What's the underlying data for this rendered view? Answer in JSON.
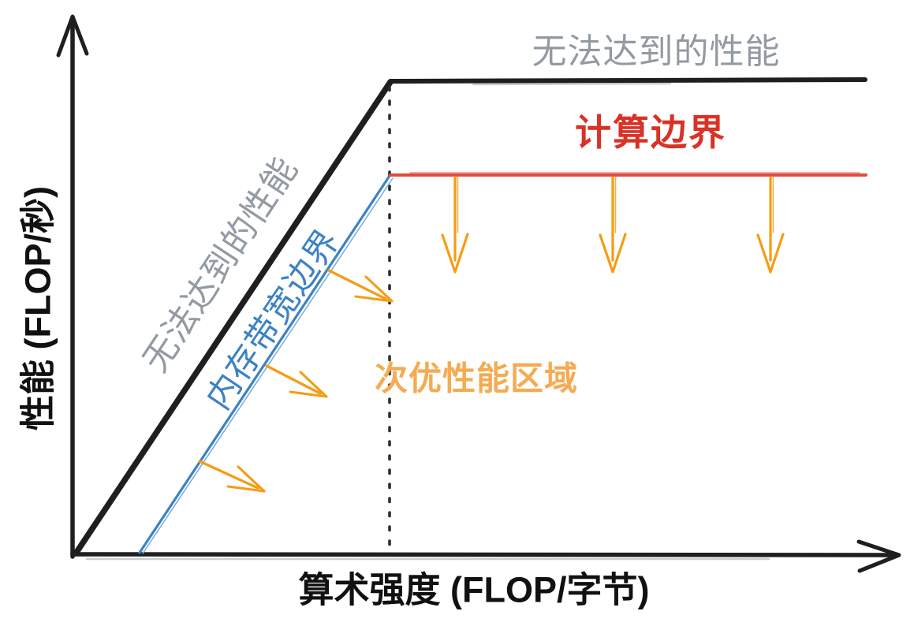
{
  "figure": {
    "type": "roofline-performance-diagram",
    "axes": {
      "y_label": "性能 (FLOP/秒)",
      "x_label": "算术强度 (FLOP/字节)"
    },
    "annotations": {
      "unattainable_top": "无法达到的性能",
      "unattainable_diagonal": "无法达到的性能",
      "memory_bandwidth_bound": "内存带宽边界",
      "compute_bound": "计算边界",
      "suboptimal_region": "次优性能区域"
    },
    "colors": {
      "axis_black": "#1f1f1f",
      "unattainable_gray": "#929aa3",
      "memory_blue": "#3c82c4",
      "compute_red_line": "#e24b3c",
      "compute_red_text": "#d93226",
      "arrow_orange": "#f59c15",
      "suboptimal_orange": "#f5ab52",
      "dotted_black": "#2d2d2d",
      "shadow_gray": "#cdcdcd"
    }
  }
}
